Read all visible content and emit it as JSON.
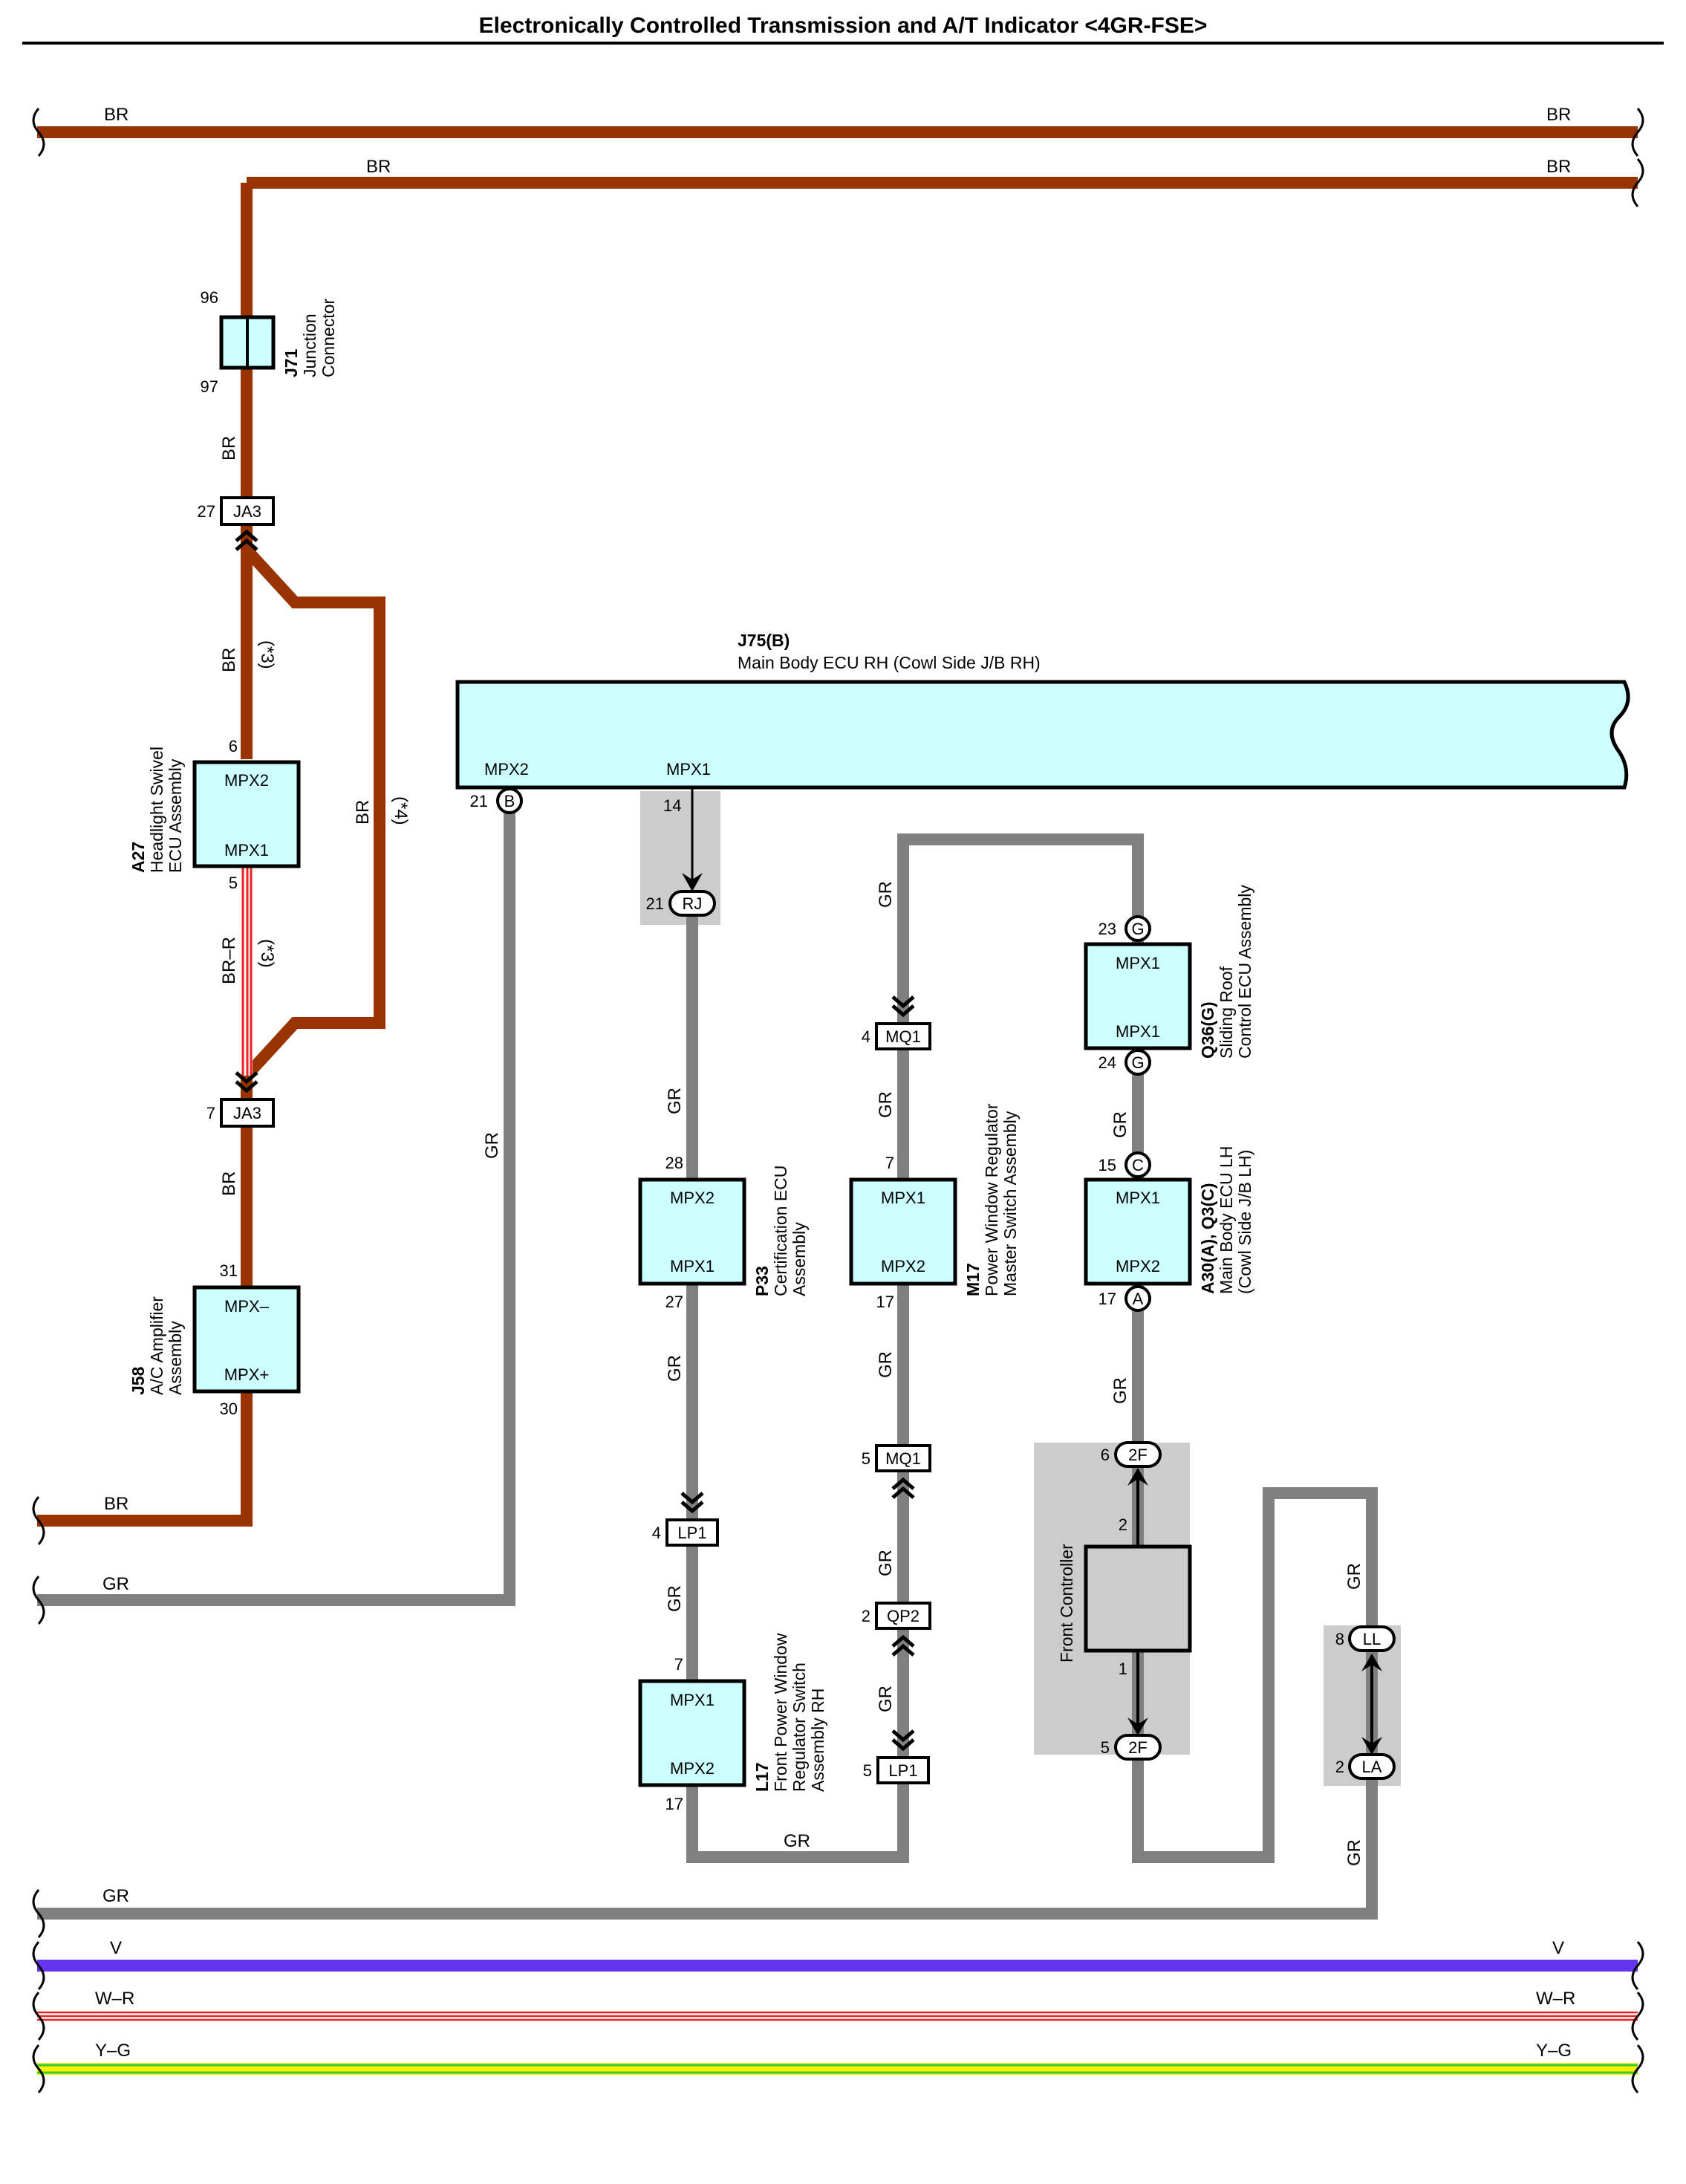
{
  "title": "Electronically Controlled Transmission and A/T Indicator <4GR-FSE>",
  "colors": {
    "BR": "#993300",
    "GR": "#808080",
    "V": "#6633ee",
    "W-R_base": "#ffffff",
    "W-R_stripe": "#ee2222",
    "Y-G_base": "#ffee00",
    "Y-G_stripe": "#33cc33",
    "component_fill": "#ccffff",
    "shade": "#cccccc"
  },
  "wire_labels": {
    "br": "BR",
    "gr": "GR",
    "br_r": "BR–R",
    "v": "V",
    "w_r": "W–R",
    "y_g": "Y–G",
    "note3": "(*3)",
    "note4": "(*4)"
  },
  "components": {
    "j71": {
      "code": "J71",
      "name1": "Junction",
      "name2": "Connector",
      "pin_top": "96",
      "pin_bottom": "97"
    },
    "a27": {
      "code": "A27",
      "name1": "Headlight Swivel",
      "name2": "ECU Assembly",
      "terminal_top": "MPX2",
      "terminal_bottom": "MPX1",
      "pin_top": "6",
      "pin_bottom": "5"
    },
    "j58": {
      "code": "J58",
      "name1": "A/C Amplifier",
      "name2": "Assembly",
      "terminal_top": "MPX–",
      "terminal_bottom": "MPX+",
      "pin_top": "31",
      "pin_bottom": "30"
    },
    "j75": {
      "code": "J75(B)",
      "name": "Main Body ECU RH (Cowl Side J/B RH)",
      "terminal_left": "MPX2",
      "terminal_right": "MPX1",
      "pin_left": "21",
      "pin_left_tag": "B",
      "pin_right": "14"
    },
    "p33": {
      "code": "P33",
      "name1": "Certification ECU",
      "name2": "Assembly",
      "terminal_top": "MPX2",
      "terminal_bottom": "MPX1",
      "pin_top": "28",
      "pin_bottom": "27"
    },
    "l17": {
      "code": "L17",
      "name1": "Front Power Window",
      "name2": "Regulator Switch",
      "name3": "Assembly RH",
      "terminal_top": "MPX1",
      "terminal_bottom": "MPX2",
      "pin_top": "7",
      "pin_bottom": "17"
    },
    "m17": {
      "code": "M17",
      "name1": "Power Window Regulator",
      "name2": "Master Switch Assembly",
      "terminal_top": "MPX1",
      "terminal_bottom": "MPX2",
      "pin_top": "7",
      "pin_bottom": "17"
    },
    "q36": {
      "code": "Q36(G)",
      "name1": "Sliding Roof",
      "name2": "Control ECU Assembly",
      "terminal_top": "MPX1",
      "terminal_bottom": "MPX1",
      "pin_top": "23",
      "pin_bottom": "24",
      "tag": "G"
    },
    "a30": {
      "code": "A30(A), Q3(C)",
      "name1": "Main Body ECU LH",
      "name2": "(Cowl Side J/B LH)",
      "terminal_top": "MPX1",
      "terminal_bottom": "MPX2",
      "pin_top": "15",
      "pin_top_tag": "C",
      "pin_bottom": "17",
      "pin_bottom_tag": "A"
    },
    "front_controller": {
      "name": "Front Controller",
      "pin_top": "2",
      "pin_bottom": "1"
    }
  },
  "connectors": {
    "ja3_top": {
      "name": "JA3",
      "pin": "27"
    },
    "ja3_bottom": {
      "name": "JA3",
      "pin": "7"
    },
    "rj": {
      "name": "RJ",
      "pin": "21"
    },
    "lp1_left": {
      "name": "LP1",
      "pin": "4"
    },
    "lp1_right": {
      "name": "LP1",
      "pin": "5"
    },
    "mq1_top": {
      "name": "MQ1",
      "pin": "4"
    },
    "mq1_bottom": {
      "name": "MQ1",
      "pin": "5"
    },
    "qp2": {
      "name": "QP2",
      "pin": "2"
    },
    "f2_top": {
      "name": "2F",
      "pin": "6"
    },
    "f2_bottom": {
      "name": "2F",
      "pin": "5"
    },
    "ll": {
      "name": "LL",
      "pin": "8"
    },
    "la": {
      "name": "LA",
      "pin": "2"
    }
  }
}
